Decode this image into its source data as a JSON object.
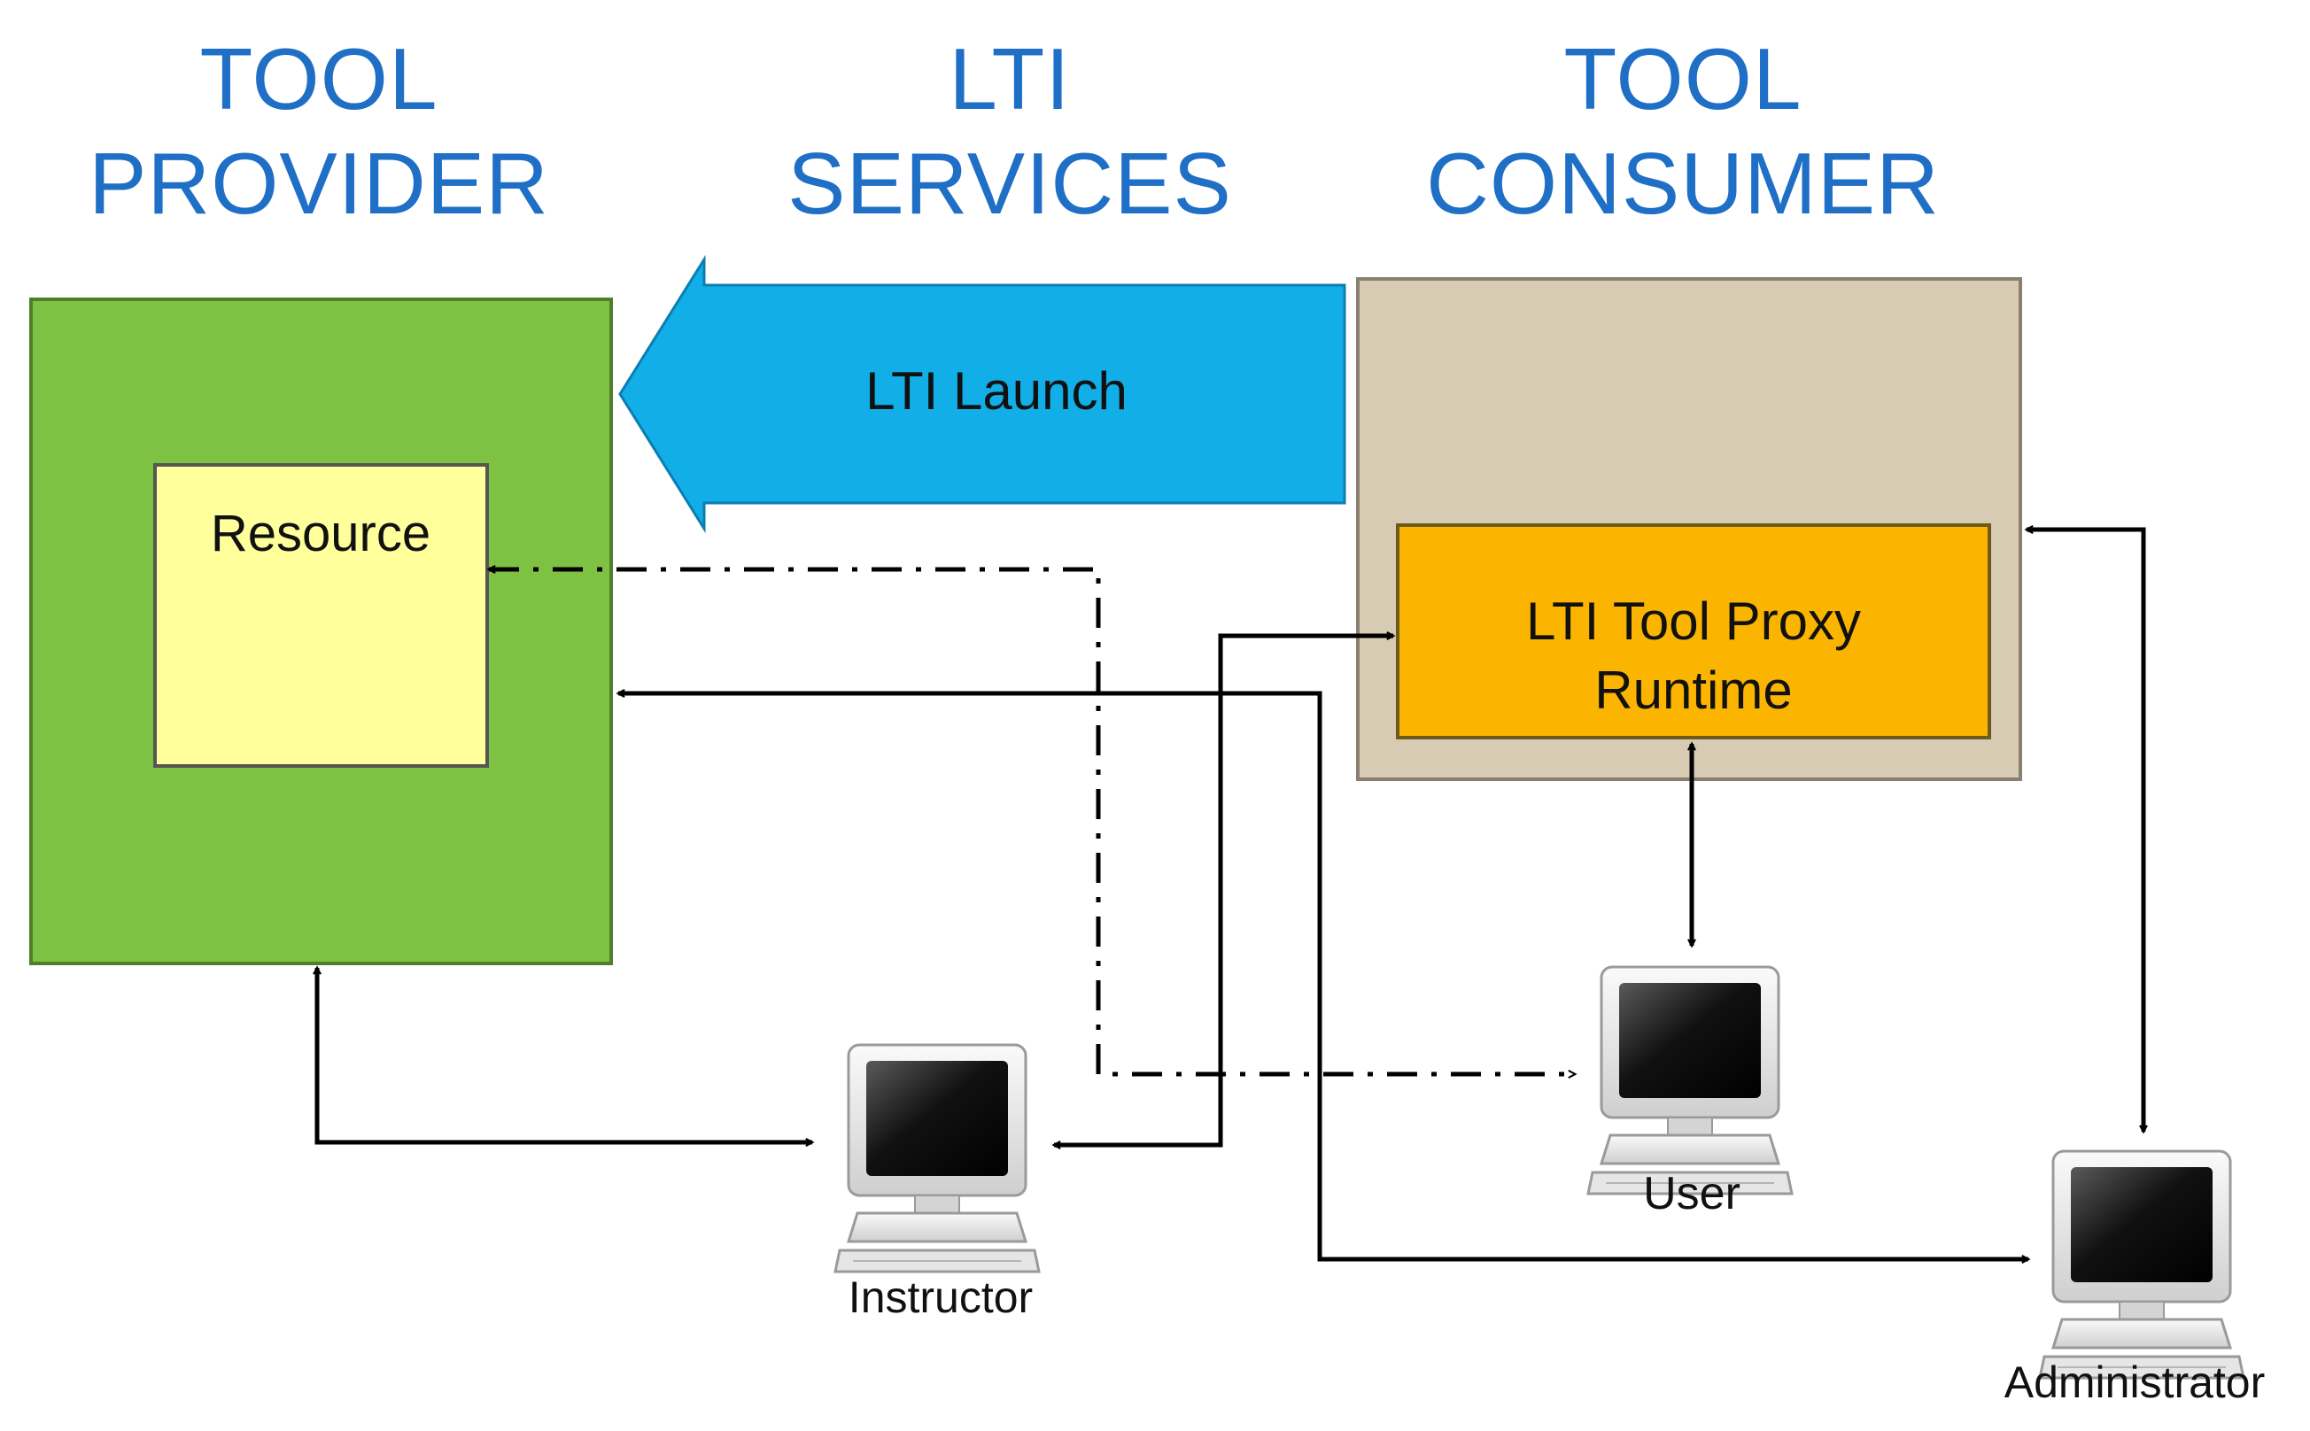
{
  "headings": {
    "tool_provider": [
      "TOOL",
      "PROVIDER"
    ],
    "lti_services": [
      "LTI",
      "SERVICES"
    ],
    "tool_consumer": [
      "TOOL",
      "CONSUMER"
    ]
  },
  "launch_arrow": {
    "label": "LTI Launch",
    "color": "#11aee8"
  },
  "provider_box": {
    "color": "#7dc242",
    "resource_label": "Resource",
    "resource_color": "#ffff9c"
  },
  "consumer_box": {
    "color": "#d8cbb3",
    "proxy_label_line1": "LTI Tool Proxy",
    "proxy_label_line2": "Runtime",
    "proxy_color": "#fbb400"
  },
  "computers": {
    "instructor": "Instructor",
    "user": "User",
    "administrator": "Administrator"
  },
  "colors": {
    "heading": "#1f6fc6",
    "connector": "#000000"
  }
}
